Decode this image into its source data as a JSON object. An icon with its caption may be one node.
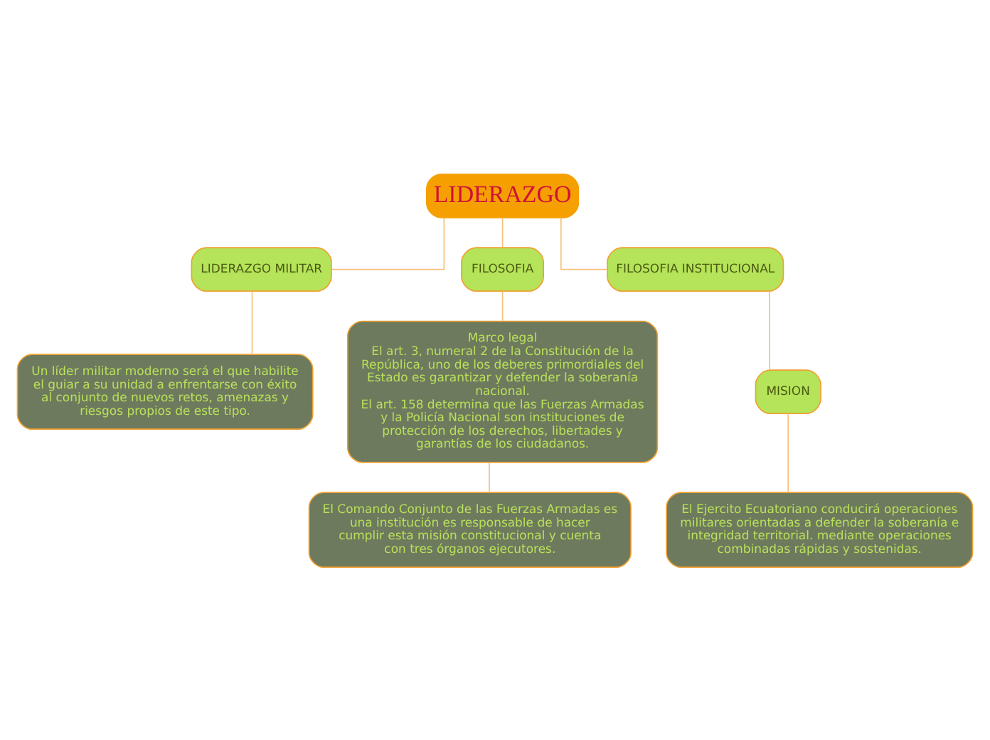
{
  "diagram": {
    "nodes": [
      {
        "text": [
          "LIDERAZGO"
        ]
      },
      {
        "text": [
          "LIDERAZGO MILITAR"
        ]
      },
      {
        "text": [
          "Un líder militar moderno será el que habilite el guiar a su unidad a enfrentarse con éxito al conjunto de nuevos retos, amenazas y riesgos propios de este tipo."
        ]
      },
      {
        "text": [
          "FILOSOFIA"
        ]
      },
      {
        "text": [
          "Marco legal",
          "El art. 3, numeral 2 de la Constitución de la República, uno de los deberes primordiales del Estado es garantizar y defender la soberanía nacional.",
          "El art. 158 determina que las Fuerzas Armadas y la Policía Nacional son instituciones de protección de los derechos, libertades y garantías de los ciudadanos."
        ]
      },
      {
        "text": [
          "El Comando Conjunto de las Fuerzas Armadas es una institución es responsable de hacer cumplir esta misión constitucional y cuenta con tres órganos ejecutores."
        ]
      },
      {
        "text": [
          "FILOSOFIA INSTITUCIONAL"
        ]
      },
      {
        "text": [
          "MISION"
        ]
      },
      {
        "text": [
          "El Ejercito Ecuatoriano conducirá operaciones militares orientadas a defender la soberanía e integridad territorial. mediante operaciones combinadas rápidas y sostenidas."
        ]
      }
    ],
    "edges": [
      {
        "from": 0,
        "to": 1,
        "arrow": "none"
      },
      {
        "from": 1,
        "to": 2,
        "arrow": "none"
      },
      {
        "from": 0,
        "to": 3,
        "arrow": "none"
      },
      {
        "from": 3,
        "to": 4,
        "arrow": "none"
      },
      {
        "from": 4,
        "to": 5,
        "arrow": "none"
      },
      {
        "from": 0,
        "to": 6,
        "arrow": "none"
      },
      {
        "from": 6,
        "to": 7,
        "arrow": "none"
      },
      {
        "from": 7,
        "to": 8,
        "arrow": "none"
      }
    ]
  }
}
